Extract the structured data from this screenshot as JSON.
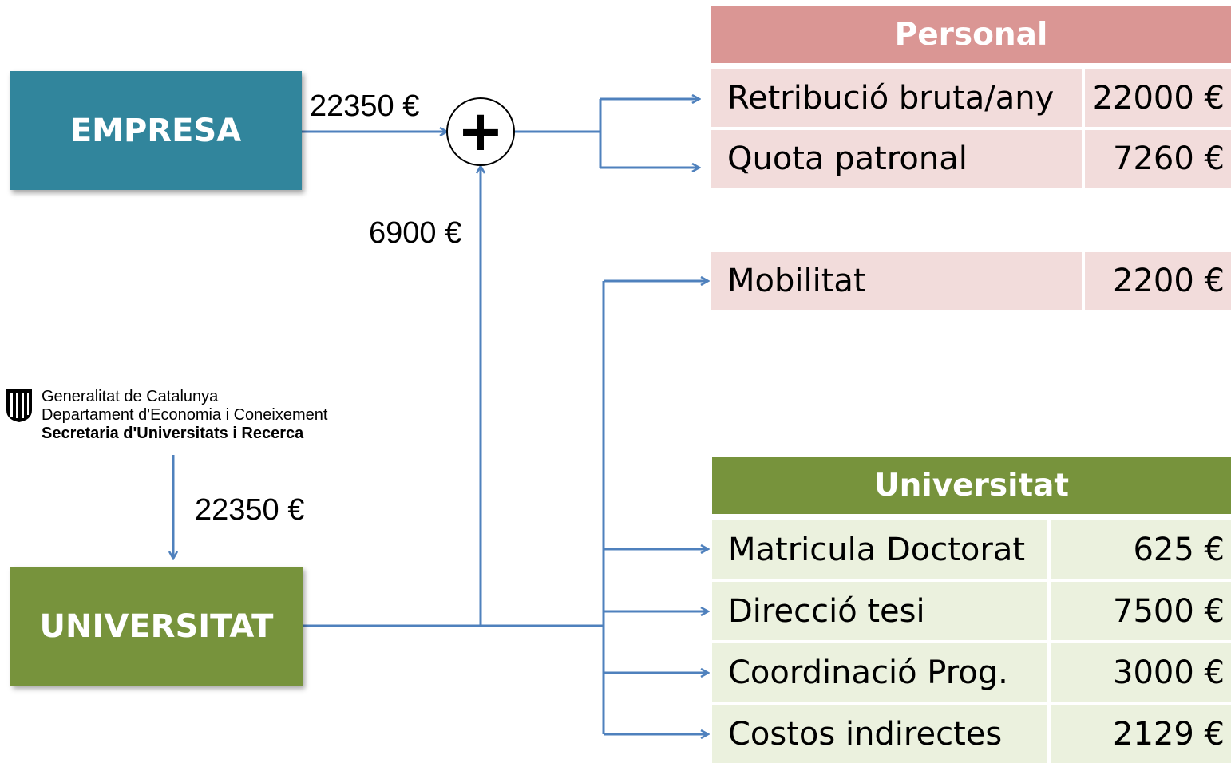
{
  "nodes": {
    "empresa": "EMPRESA",
    "universitat": "UNIVERSITAT"
  },
  "flows": {
    "empresa_amount": "22350 €",
    "univ_to_sum_amount": "6900 €",
    "gen_amount": "22350 €",
    "sum_symbol": "+"
  },
  "generalitat": {
    "line1": "Generalitat de Catalunya",
    "line2": "Departament d'Economia i Coneixement",
    "line3": "Secretaria d'Universitats i Recerca"
  },
  "personal": {
    "header": "Personal",
    "rows": [
      {
        "label": "Retribució bruta/any",
        "value": "22000 €"
      },
      {
        "label": "Quota patronal",
        "value": "7260 €"
      }
    ]
  },
  "mobilitat": {
    "label": "Mobilitat",
    "value": "2200 €"
  },
  "universitat_table": {
    "header": "Universitat",
    "rows": [
      {
        "label": "Matricula Doctorat",
        "value": "625 €"
      },
      {
        "label": "Direcció tesi",
        "value": "7500 €"
      },
      {
        "label": "Coordinació Prog.",
        "value": "3000 €"
      },
      {
        "label": "Costos indirectes",
        "value": "2129 €"
      }
    ]
  },
  "colors": {
    "empresa": "#31859c",
    "universitat": "#77933c",
    "personal_header": "#da9694",
    "personal_rows": "#f2dcdb",
    "universitat_header": "#77933c",
    "universitat_rows": "#ebf1de",
    "arrow": "#4f81bd"
  }
}
